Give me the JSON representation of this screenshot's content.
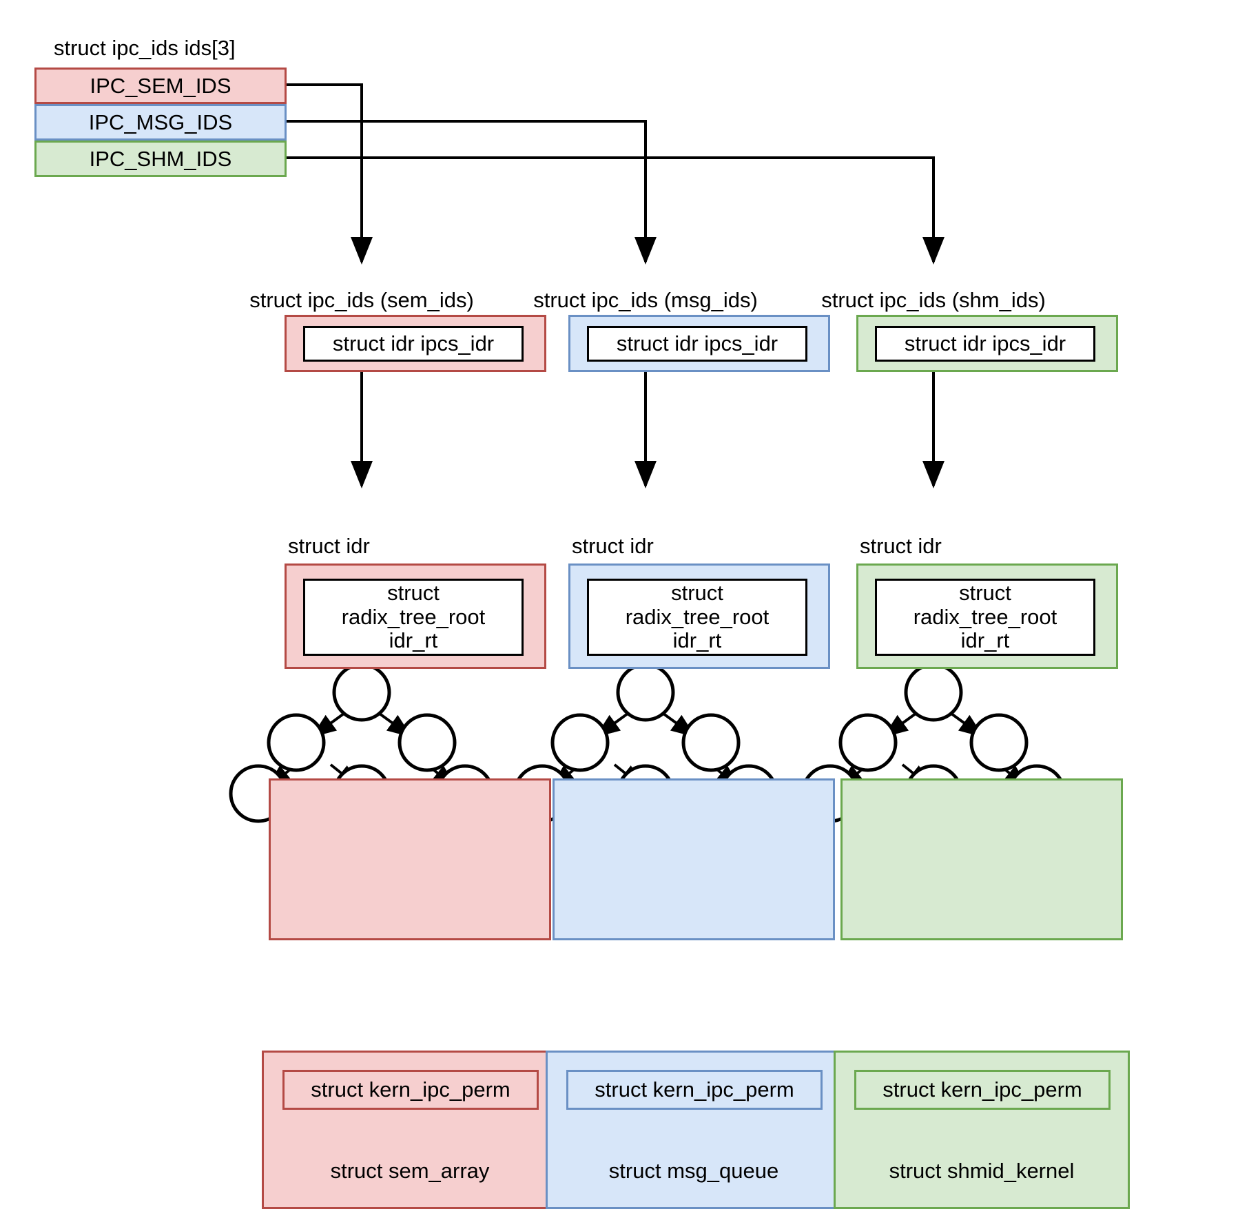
{
  "diagram": {
    "title_top": "struct ipc_ids ids[3]",
    "ids_array": [
      {
        "label": "IPC_SEM_IDS",
        "color": "#f6cfcf",
        "border": "#b44a45"
      },
      {
        "label": "IPC_MSG_IDS",
        "color": "#d7e6f9",
        "border": "#6a90c4"
      },
      {
        "label": "IPC_SHM_IDS",
        "color": "#d7ead1",
        "border": "#6ba84f"
      }
    ],
    "columns": [
      {
        "ipc_ids_caption": "struct ipc_ids (sem_ids)",
        "idr_field": "struct idr ipcs_idr",
        "idr_caption": "struct idr",
        "radix_field_line1": "struct",
        "radix_field_line2": "radix_tree_root",
        "radix_field_line3": "idr_rt",
        "perm_label": "struct kern_ipc_perm",
        "object_label": "struct sem_array",
        "fill": "#f6cfcf",
        "stroke": "#b44a45"
      },
      {
        "ipc_ids_caption": "struct ipc_ids (msg_ids)",
        "idr_field": "struct idr ipcs_idr",
        "idr_caption": "struct idr",
        "radix_field_line1": "struct",
        "radix_field_line2": "radix_tree_root",
        "radix_field_line3": "idr_rt",
        "perm_label": "struct kern_ipc_perm",
        "object_label": "struct msg_queue",
        "fill": "#d7e6f9",
        "stroke": "#6a90c4"
      },
      {
        "ipc_ids_caption": "struct ipc_ids (shm_ids)",
        "idr_field": "struct idr ipcs_idr",
        "idr_caption": "struct idr",
        "radix_field_line1": "struct",
        "radix_field_line2": "radix_tree_root",
        "radix_field_line3": "idr_rt",
        "perm_label": "struct kern_ipc_perm",
        "object_label": "struct shmid_kernel",
        "fill": "#d7ead1",
        "stroke": "#6ba84f"
      }
    ],
    "tree": {
      "node_count": 6,
      "node_fill": "#ffffff",
      "node_stroke": "#000000",
      "description": "radix tree nodes"
    },
    "line_color": "#000000"
  }
}
